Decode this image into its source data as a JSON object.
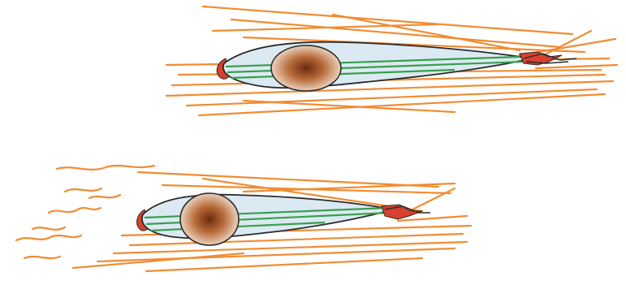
{
  "colors": {
    "background": "#ffffff",
    "ecm_fiber": "#f08c33",
    "cell_fill": "#dbeaf2",
    "cell_outline": "#2b2b2b",
    "cytoskeleton": "#3a9e4c",
    "protrusion": "#d8402f",
    "nucleus_center": "#6b2a0e",
    "nucleus_mid": "#b76a38",
    "nucleus_edge": "#f6e6d8"
  },
  "panels": [
    {
      "matrix": "aligned-ecm-fibers",
      "cell": "elongated-migrating-cell"
    },
    {
      "matrix": "aligned-ecm-fibers-with-loose-trailing-ends",
      "cell": "elongated-migrating-cell"
    }
  ]
}
